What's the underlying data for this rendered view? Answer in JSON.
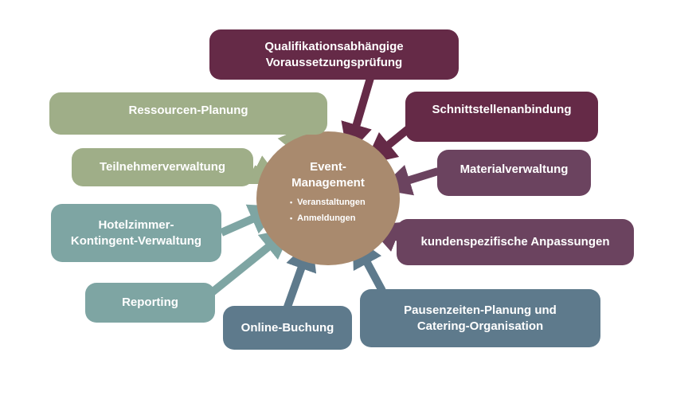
{
  "center": {
    "title_line1": "Event-",
    "title_line2": "Management",
    "bullets": [
      "Veranstaltungen",
      "Anmeldungen"
    ],
    "color": "#a98a6e"
  },
  "nodes": [
    {
      "id": "qualifikation",
      "line1": "Qualifikationsabhängige",
      "line2": "Voraussetzungsprüfung",
      "color": "#652a47"
    },
    {
      "id": "schnittstellen",
      "line1": "Schnittstellenanbindung",
      "line2": "",
      "color": "#652a47"
    },
    {
      "id": "material",
      "line1": "Materialverwaltung",
      "line2": "",
      "color": "#6b435f"
    },
    {
      "id": "kunden",
      "line1": "kundenspezifische Anpassungen",
      "line2": "",
      "color": "#6b435f"
    },
    {
      "id": "pausen",
      "line1": "Pausenzeiten-Planung und",
      "line2": "Catering-Organisation",
      "color": "#5e7a8c"
    },
    {
      "id": "online",
      "line1": "Online-Buchung",
      "line2": "",
      "color": "#5e7a8c"
    },
    {
      "id": "reporting",
      "line1": "Reporting",
      "line2": "",
      "color": "#7ea5a3"
    },
    {
      "id": "hotel",
      "line1": "Hotelzimmer-",
      "line2": "Kontingent-Verwaltung",
      "color": "#7ea5a3"
    },
    {
      "id": "teilnehmer",
      "line1": "Teilnehmerverwaltung",
      "line2": "",
      "color": "#9fae88"
    },
    {
      "id": "ressourcen",
      "line1": "Ressourcen-Planung",
      "line2": "",
      "color": "#9fae88"
    }
  ]
}
